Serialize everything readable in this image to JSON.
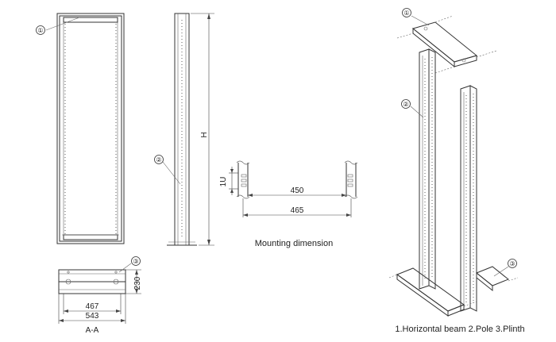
{
  "callouts": {
    "c1": "①",
    "c2": "②",
    "c3": "③"
  },
  "dimensions": {
    "height_label": "H",
    "unit_label": "1U",
    "width_450": "450",
    "width_465": "465",
    "plinth_height": "230",
    "plinth_467": "467",
    "plinth_543": "543"
  },
  "section_label": "A-A",
  "mounting_caption": "Mounting dimension",
  "legend": "1.Horizontal beam  2.Pole  3.Plinth"
}
